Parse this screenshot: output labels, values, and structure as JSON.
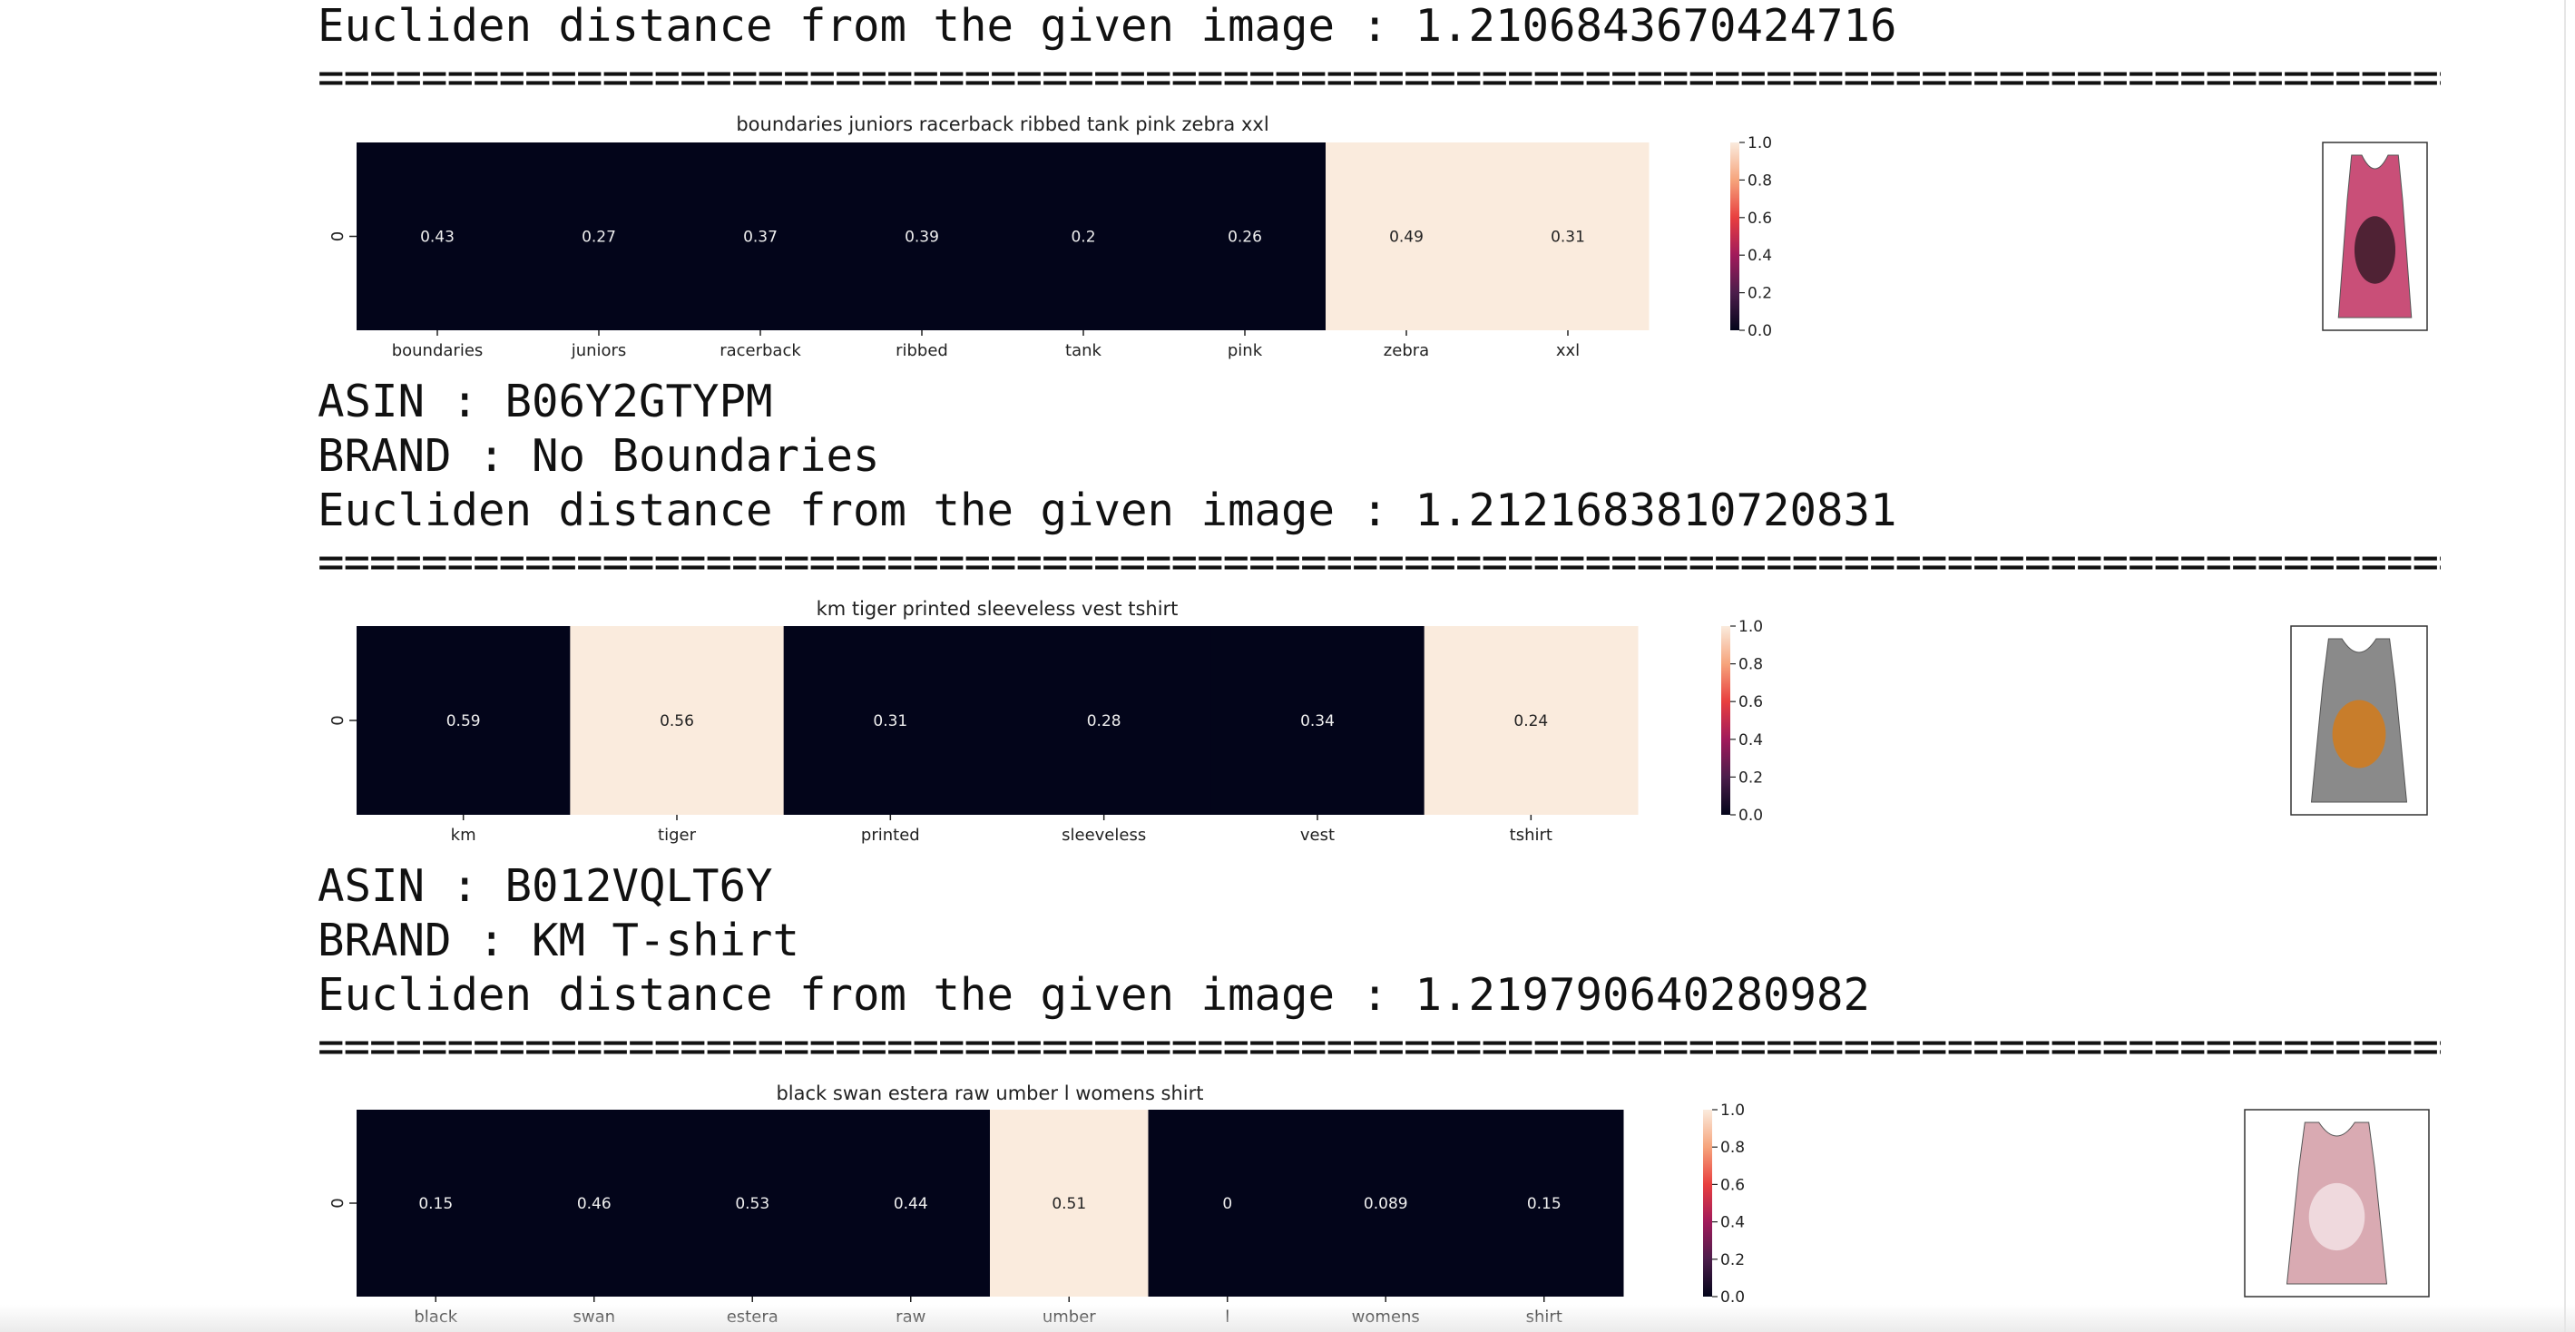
{
  "top": {
    "distance_line": "Eucliden distance from the given image : 1.2106843670424716",
    "separator": "==================================================================================================================="
  },
  "results": [
    {
      "asin_line": "ASIN : B06Y2GTYPM",
      "brand_line": "BRAND : No Boundaries",
      "distance_line": "Eucliden distance from the given image : 1.2121683810720831",
      "separator": "==================================================================================================================="
    },
    {
      "asin_line": "ASIN : B012VQLT6Y",
      "brand_line": "BRAND : KM T-shirt",
      "distance_line": "Eucliden distance from the given image : 1.219790640280982",
      "separator": "==================================================================================================================="
    }
  ],
  "chart_data": [
    {
      "type": "heatmap",
      "title": "boundaries juniors racerback ribbed tank pink zebra xxl",
      "y_tick": "0",
      "categories": [
        "boundaries",
        "juniors",
        "racerback",
        "ribbed",
        "tank",
        "pink",
        "zebra",
        "xxl"
      ],
      "values": [
        0.43,
        0.27,
        0.37,
        0.39,
        0.2,
        0.26,
        0.49,
        0.31
      ],
      "value_labels": [
        "0.43",
        "0.27",
        "0.37",
        "0.39",
        "0.2",
        "0.26",
        "0.49",
        "0.31"
      ],
      "intensity": [
        0,
        0,
        0,
        0,
        0,
        0,
        1,
        1
      ],
      "colorbar": {
        "range": [
          0,
          1
        ],
        "ticks": [
          "1.0",
          "0.8",
          "0.6",
          "0.4",
          "0.2",
          "0.0"
        ]
      },
      "product_image": "zebra-print-tank-image"
    },
    {
      "type": "heatmap",
      "title": "km tiger printed sleeveless vest tshirt",
      "y_tick": "0",
      "categories": [
        "km",
        "tiger",
        "printed",
        "sleeveless",
        "vest",
        "tshirt"
      ],
      "values": [
        0.59,
        0.56,
        0.31,
        0.28,
        0.34,
        0.24
      ],
      "value_labels": [
        "0.59",
        "0.56",
        "0.31",
        "0.28",
        "0.34",
        "0.24"
      ],
      "intensity": [
        0,
        1,
        0,
        0,
        0,
        1
      ],
      "colorbar": {
        "range": [
          0,
          1
        ],
        "ticks": [
          "1.0",
          "0.8",
          "0.6",
          "0.4",
          "0.2",
          "0.0"
        ]
      },
      "product_image": "tiger-print-vest-image"
    },
    {
      "type": "heatmap",
      "title": "black swan estera raw umber l womens shirt",
      "y_tick": "0",
      "categories": [
        "black",
        "swan",
        "estera",
        "raw",
        "umber",
        "l",
        "womens",
        "shirt"
      ],
      "values": [
        0.15,
        0.46,
        0.53,
        0.44,
        0.51,
        0,
        0.089,
        0.15
      ],
      "value_labels": [
        "0.15",
        "0.46",
        "0.53",
        "0.44",
        "0.51",
        "0",
        "0.089",
        "0.15"
      ],
      "intensity": [
        0,
        0,
        0,
        0,
        1,
        0,
        0,
        0
      ],
      "colorbar": {
        "range": [
          0,
          1
        ],
        "ticks": [
          "1.0",
          "0.8",
          "0.6",
          "0.4",
          "0.2",
          "0.0"
        ]
      },
      "product_image": "pink-dip-dye-shirt-image"
    }
  ],
  "colors": {
    "dark_cell": "#03051A",
    "light_cell": "#FAEBDD",
    "dark_text": "#222222",
    "light_text": "#EEEEEE"
  }
}
